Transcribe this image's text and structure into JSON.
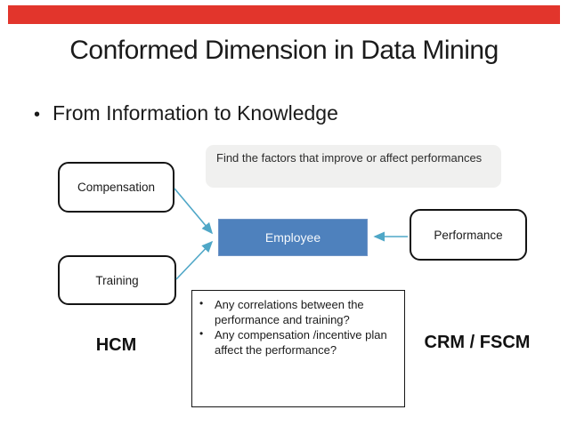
{
  "slide": {
    "top_bar_color": "#e2352c",
    "title": "Conformed Dimension in Data Mining",
    "bullet_marker": "•",
    "bullet_text": "From Information to Knowledge"
  },
  "callout": {
    "text": "Find the factors that improve or affect performances",
    "background": "#f0f0ef"
  },
  "diagram": {
    "arrow_color": "#4fa7c7",
    "nodes": {
      "compensation": {
        "label": "Compensation"
      },
      "training": {
        "label": "Training"
      },
      "employee": {
        "label": "Employee",
        "fill": "#4e81bd",
        "text_color": "#f4f8fc"
      },
      "performance": {
        "label": "Performance"
      }
    }
  },
  "notes": {
    "bullet_marker": "•",
    "items": [
      "Any correlations between the performance and training?",
      "Any compensation /incentive plan affect the performance?"
    ]
  },
  "category_labels": {
    "left": "HCM",
    "right": "CRM / FSCM"
  }
}
